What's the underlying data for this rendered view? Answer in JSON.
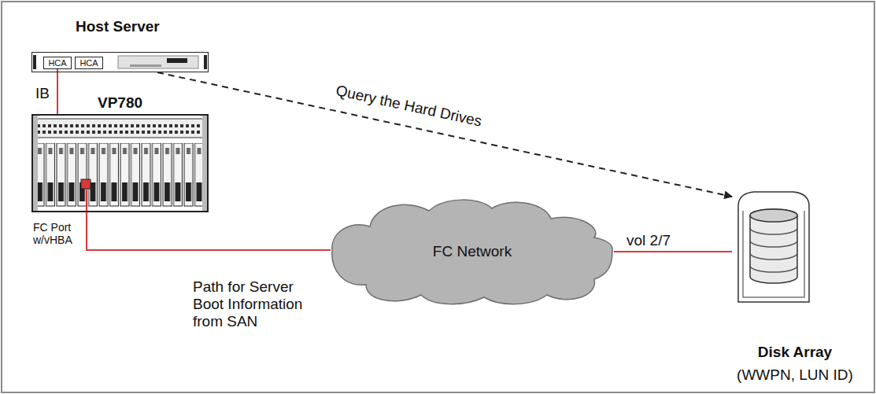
{
  "diagram": {
    "nodes": [
      {
        "text": [
          "Host Server"
        ]
      },
      {
        "text": [
          "HCA"
        ],
        "in": 0
      },
      {
        "text": [
          "HCA"
        ],
        "in": 0
      },
      {
        "text": [
          "VP780"
        ]
      },
      {
        "text": [
          "FC Network"
        ]
      },
      {
        "text": [
          "Disk Array",
          "(WWPN, LUN ID)"
        ]
      }
    ],
    "edges": [
      {
        "from": 1,
        "to": 3,
        "arrow": "none",
        "label": "IB"
      },
      {
        "from": 3,
        "to": 4,
        "arrow": "none",
        "label": "Path for Server Boot Information from SAN"
      },
      {
        "from": 4,
        "to": 5,
        "arrow": "none",
        "label": "vol 2/7"
      },
      {
        "from": 0,
        "to": 5,
        "arrow": "to",
        "label": "Query the Hard Drives"
      }
    ],
    "labels": [
      "FC Port w/vHBA"
    ]
  }
}
